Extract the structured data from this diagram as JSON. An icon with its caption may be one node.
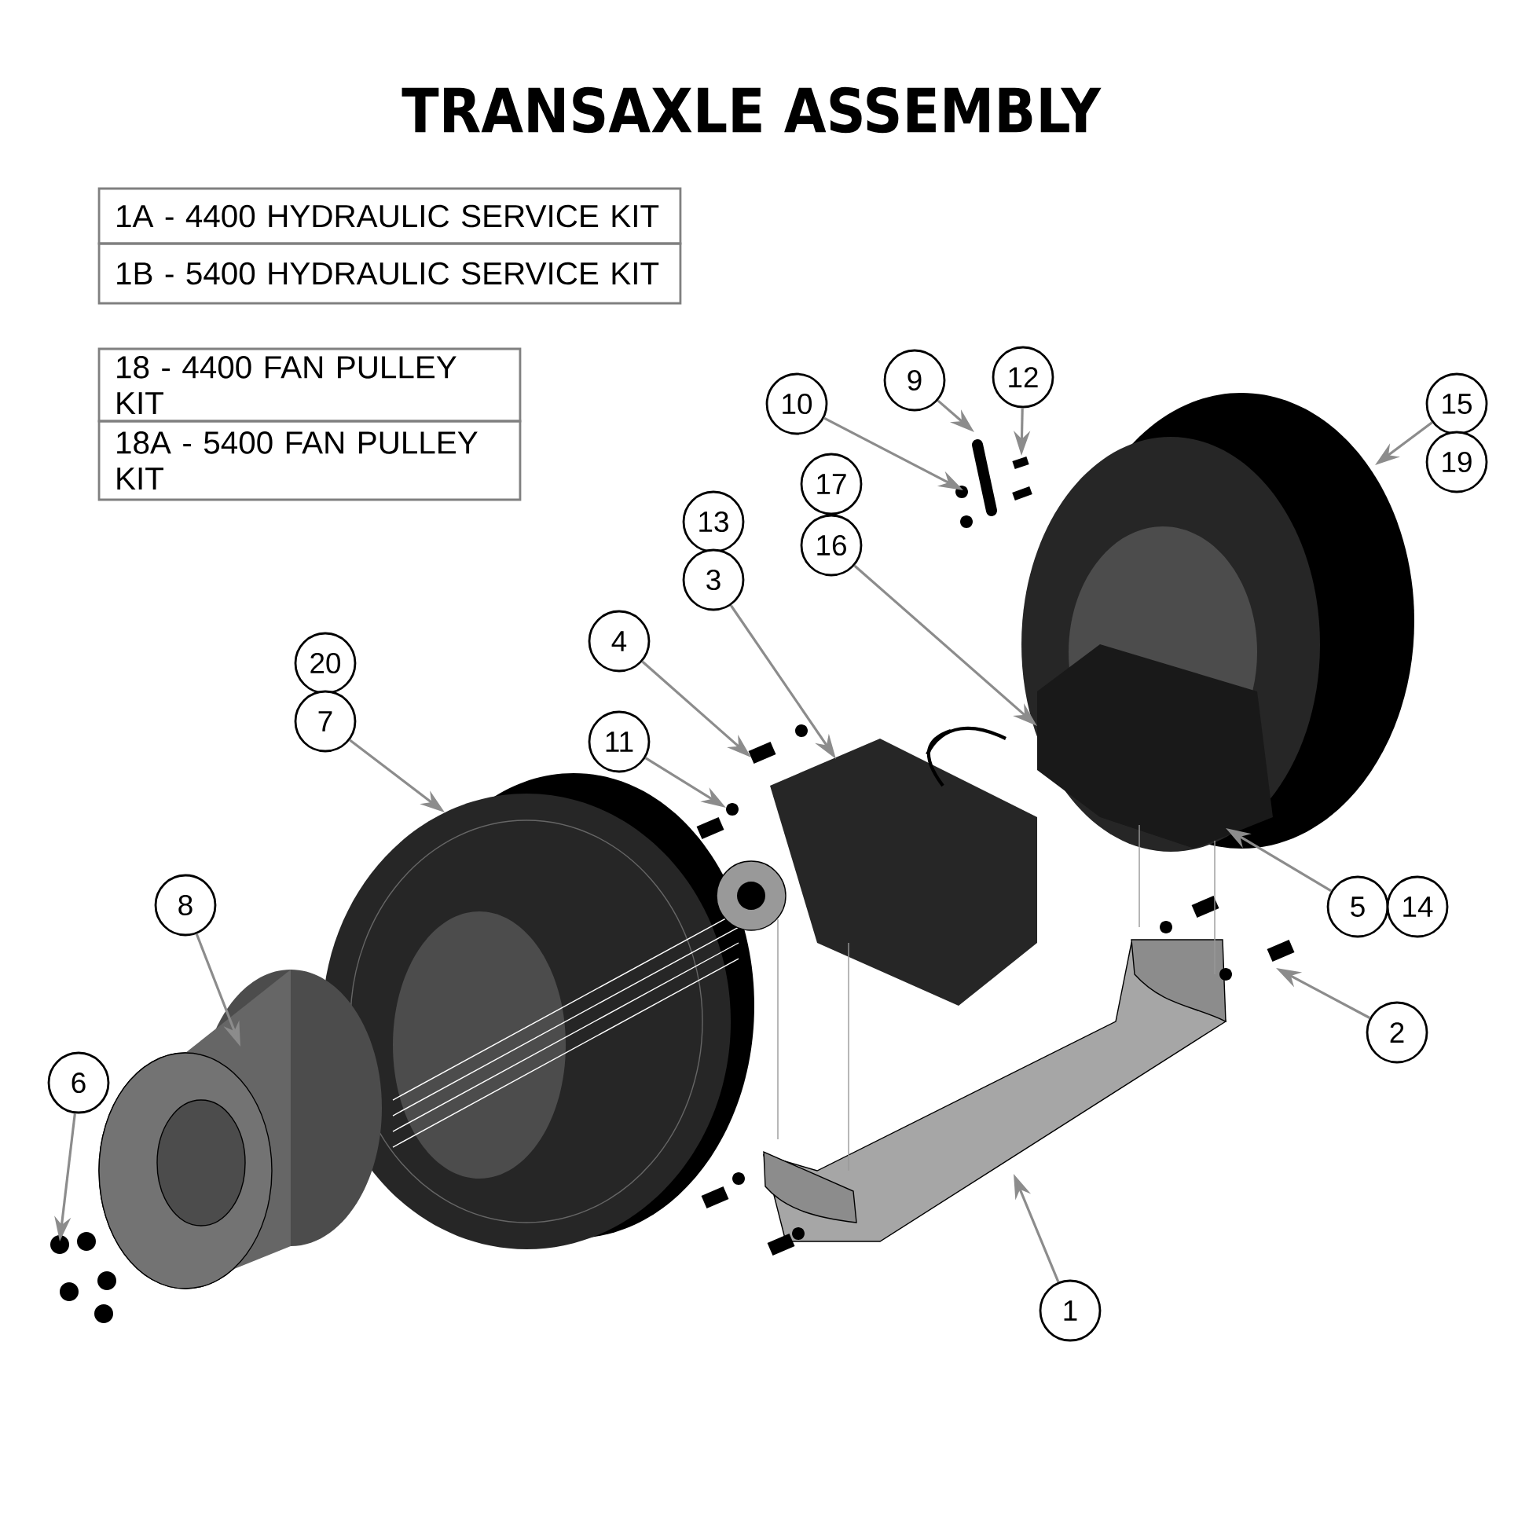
{
  "diagram": {
    "title": "TRANSAXLE ASSEMBLY",
    "nodes": [
      {
        "text": [
          "1A - 4400 HYDRAULIC SERVICE KIT"
        ]
      },
      {
        "text": [
          "1B - 5400 HYDRAULIC SERVICE KIT"
        ]
      },
      {
        "text": [
          "18 - 4400 FAN PULLEY KIT"
        ]
      },
      {
        "text": [
          "18A - 5400 FAN PULLEY KIT"
        ]
      },
      {
        "text": [
          "9"
        ]
      },
      {
        "text": [
          "12"
        ]
      },
      {
        "text": [
          "15"
        ]
      },
      {
        "text": [
          "10"
        ]
      },
      {
        "text": [
          "19"
        ]
      },
      {
        "text": [
          "17"
        ]
      },
      {
        "text": [
          "13"
        ]
      },
      {
        "text": [
          "16"
        ]
      },
      {
        "text": [
          "3"
        ]
      },
      {
        "text": [
          "4"
        ]
      },
      {
        "text": [
          "20"
        ]
      },
      {
        "text": [
          "11"
        ]
      },
      {
        "text": [
          "7"
        ]
      },
      {
        "text": [
          "8"
        ]
      },
      {
        "text": [
          "5"
        ]
      },
      {
        "text": [
          "14"
        ]
      },
      {
        "text": [
          "2"
        ]
      },
      {
        "text": [
          "6"
        ]
      },
      {
        "text": [
          "1"
        ]
      }
    ],
    "edges": [
      {
        "from": 4,
        "to": null,
        "arrow": "to"
      },
      {
        "from": 5,
        "to": null,
        "arrow": "to"
      },
      {
        "from": 6,
        "to": null,
        "arrow": "to"
      },
      {
        "from": 7,
        "to": null,
        "arrow": "to"
      },
      {
        "from": 11,
        "to": null,
        "arrow": "to"
      },
      {
        "from": 12,
        "to": null,
        "arrow": "to"
      },
      {
        "from": 13,
        "to": null,
        "arrow": "to"
      },
      {
        "from": 15,
        "to": null,
        "arrow": "to"
      },
      {
        "from": 16,
        "to": null,
        "arrow": "to"
      },
      {
        "from": 17,
        "to": null,
        "arrow": "to"
      },
      {
        "from": 18,
        "to": null,
        "arrow": "to"
      },
      {
        "from": 20,
        "to": null,
        "arrow": "to"
      },
      {
        "from": 21,
        "to": null,
        "arrow": "to"
      },
      {
        "from": 22,
        "to": null,
        "arrow": "to"
      }
    ]
  }
}
